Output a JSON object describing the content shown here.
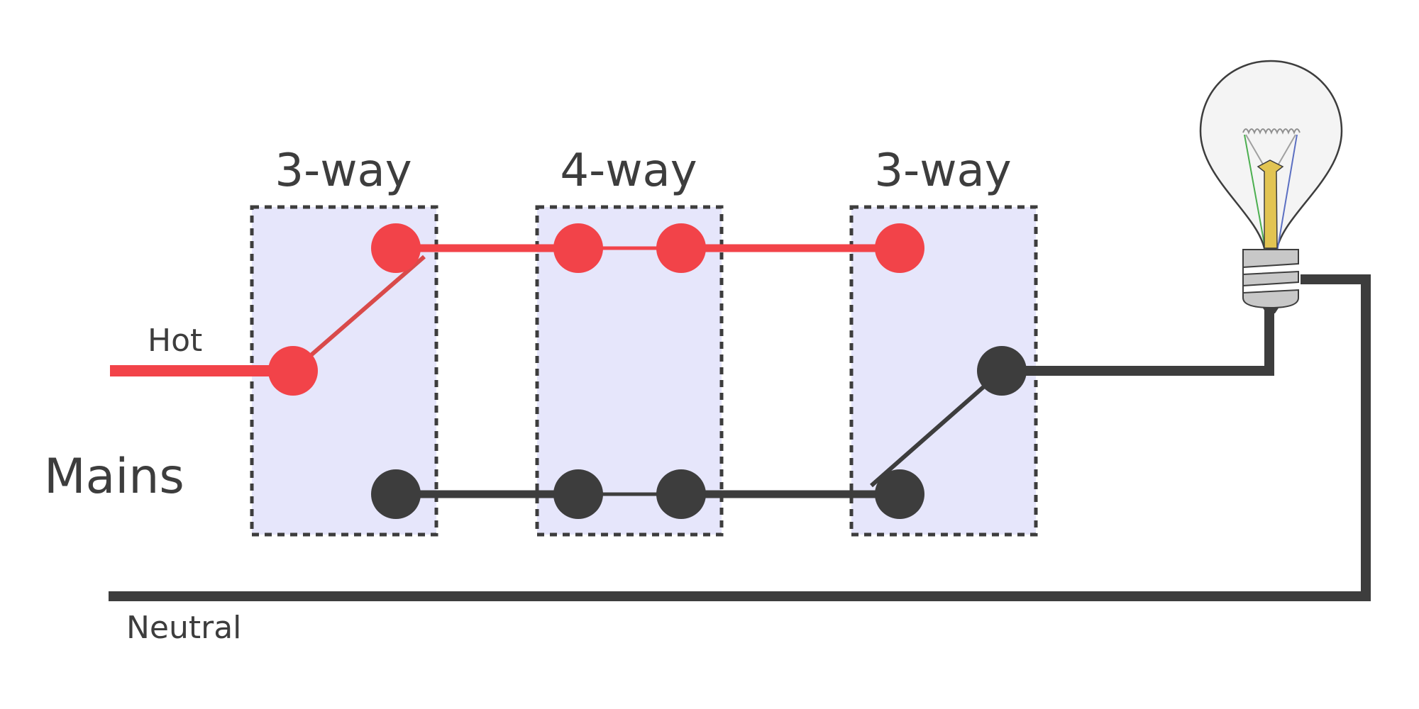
{
  "labels": {
    "switch_1": "3-way",
    "switch_2": "4-way",
    "switch_3": "3-way",
    "hot": "Hot",
    "mains": "Mains",
    "neutral": "Neutral"
  },
  "colors": {
    "hot_wire": "#f24349",
    "dark_wire": "#3d3d3d",
    "switch_box_fill": "#e6e6fb",
    "switch_box_border": "#3d3d3d",
    "text": "#3d3d3d"
  },
  "icons": {
    "lamp": "light-bulb-icon"
  }
}
